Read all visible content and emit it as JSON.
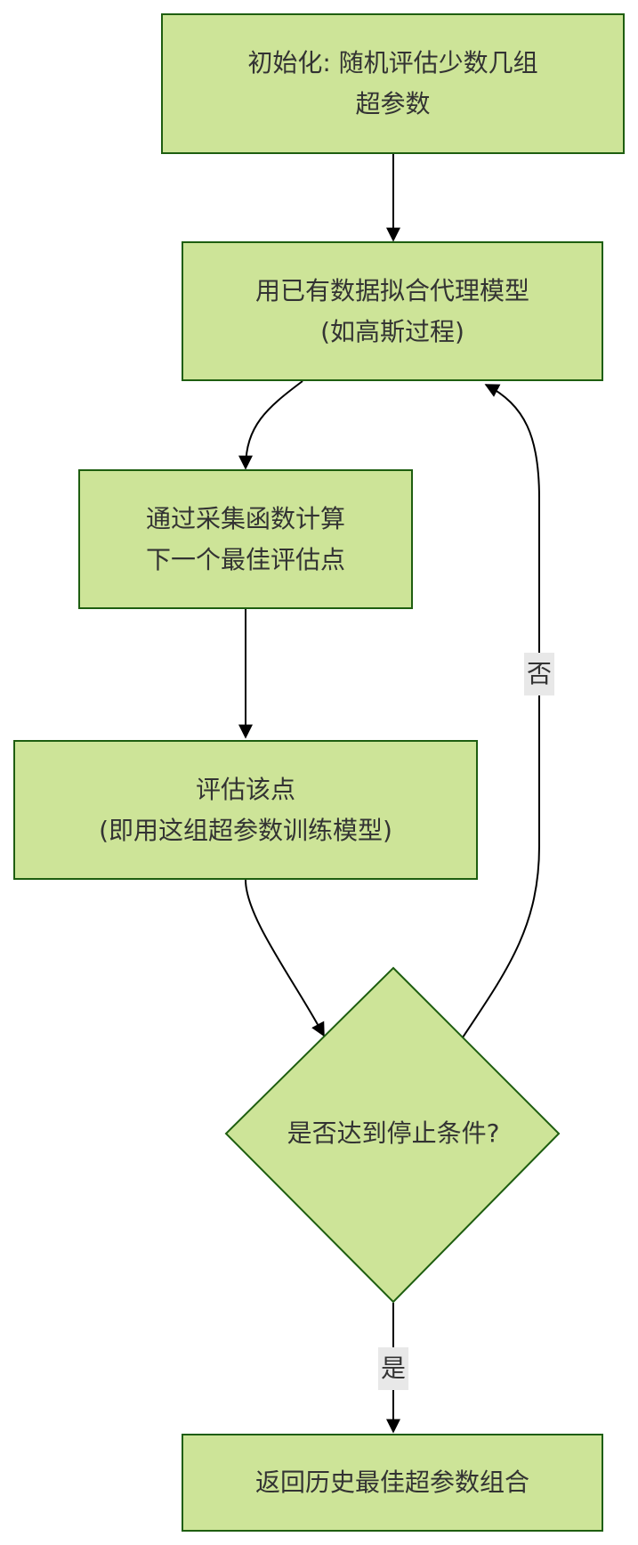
{
  "diagram": {
    "type": "flowchart",
    "colors": {
      "node_fill": "#cde498",
      "node_border": "#1e5e10",
      "edge": "#000000",
      "text": "#333333",
      "edge_label_bg": "#e8e8e8"
    },
    "nodes": {
      "init": {
        "line1": "初始化: 随机评估少数几组",
        "line2": "超参数"
      },
      "fit": {
        "line1": "用已有数据拟合代理模型",
        "line2": "(如高斯过程)"
      },
      "acquire": {
        "line1": "通过采集函数计算",
        "line2": "下一个最佳评估点"
      },
      "evaluate": {
        "line1": "评估该点",
        "line2": "(即用这组超参数训练模型)"
      },
      "decision": {
        "label": "是否达到停止条件?"
      },
      "result": {
        "line1": "返回历史最佳超参数组合"
      }
    },
    "edges": [
      {
        "from": "init",
        "to": "fit",
        "label": ""
      },
      {
        "from": "fit",
        "to": "acquire",
        "label": ""
      },
      {
        "from": "acquire",
        "to": "evaluate",
        "label": ""
      },
      {
        "from": "evaluate",
        "to": "decision",
        "label": ""
      },
      {
        "from": "decision",
        "to": "fit",
        "label": "否"
      },
      {
        "from": "decision",
        "to": "result",
        "label": "是"
      }
    ],
    "edge_labels": {
      "no": "否",
      "yes": "是"
    }
  }
}
